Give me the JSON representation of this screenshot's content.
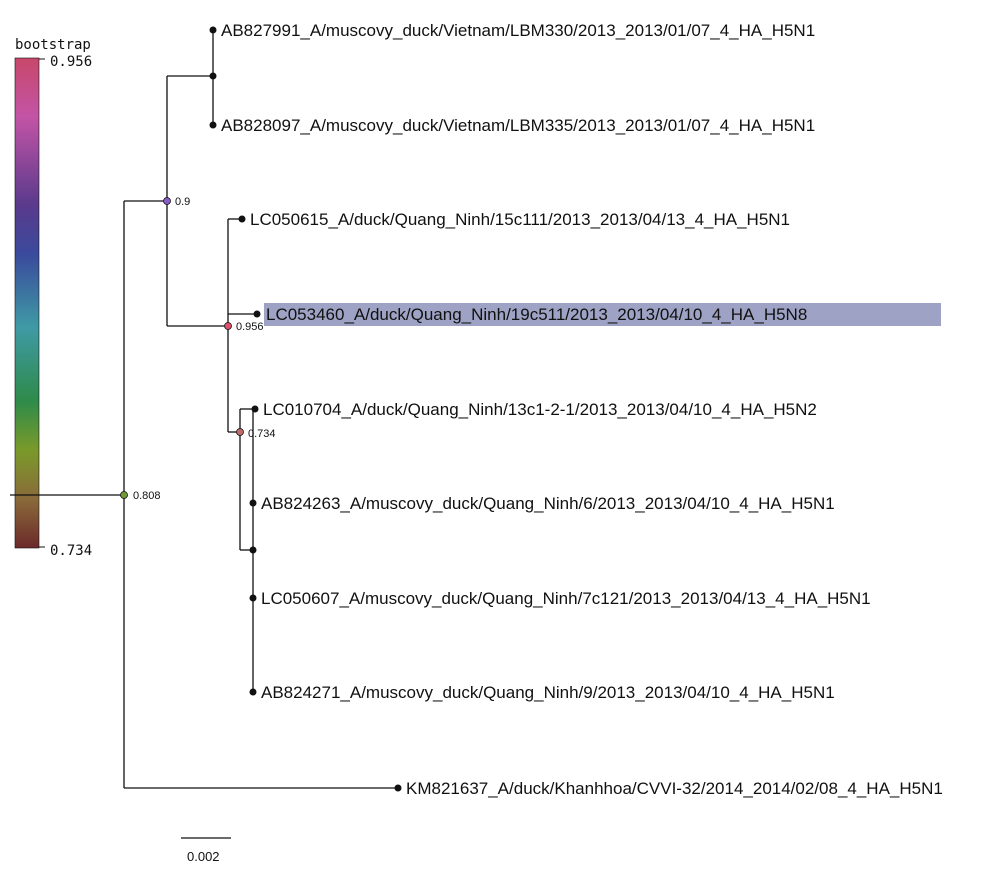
{
  "legend": {
    "title": "bootstrap",
    "max_label": "0.956",
    "min_label": "0.734",
    "gradient_colors": [
      "#c8486a",
      "#c354a6",
      "#5a3a8c",
      "#3a4a9c",
      "#3f9aa5",
      "#2e8b4a",
      "#7a9a2a",
      "#8a6a3a",
      "#6b2a2a"
    ]
  },
  "tips": [
    {
      "label": "AB827991_A/muscovy_duck/Vietnam/LBM330/2013_2013/01/07_4_HA_H5N1"
    },
    {
      "label": "AB828097_A/muscovy_duck/Vietnam/LBM335/2013_2013/01/07_4_HA_H5N1"
    },
    {
      "label": "LC050615_A/duck/Quang_Ninh/15c111/2013_2013/04/13_4_HA_H5N1"
    },
    {
      "label": "LC053460_A/duck/Quang_Ninh/19c511/2013_2013/04/10_4_HA_H5N8",
      "highlighted": true,
      "highlight_color": "#9ea2c4"
    },
    {
      "label": "LC010704_A/duck/Quang_Ninh/13c1-2-1/2013_2013/04/10_4_HA_H5N2"
    },
    {
      "label": "AB824263_A/muscovy_duck/Quang_Ninh/6/2013_2013/04/10_4_HA_H5N1"
    },
    {
      "label": "LC050607_A/muscovy_duck/Quang_Ninh/7c121/2013_2013/04/13_4_HA_H5N1"
    },
    {
      "label": "AB824271_A/muscovy_duck/Quang_Ninh/9/2013_2013/04/10_4_HA_H5N1"
    },
    {
      "label": "KM821637_A/duck/Khanhhoa/CVVI-32/2014_2014/02/08_4_HA_H5N1"
    }
  ],
  "internal_nodes": [
    {
      "bootstrap": "0.808",
      "color": "#6f9a3a"
    },
    {
      "bootstrap": "0.9",
      "color": "#8a5cc8"
    },
    {
      "bootstrap": "0.956",
      "color": "#e0506a"
    },
    {
      "bootstrap": "0.734",
      "color": "#c06a6a"
    }
  ],
  "scale_bar": {
    "label": "0.002"
  }
}
